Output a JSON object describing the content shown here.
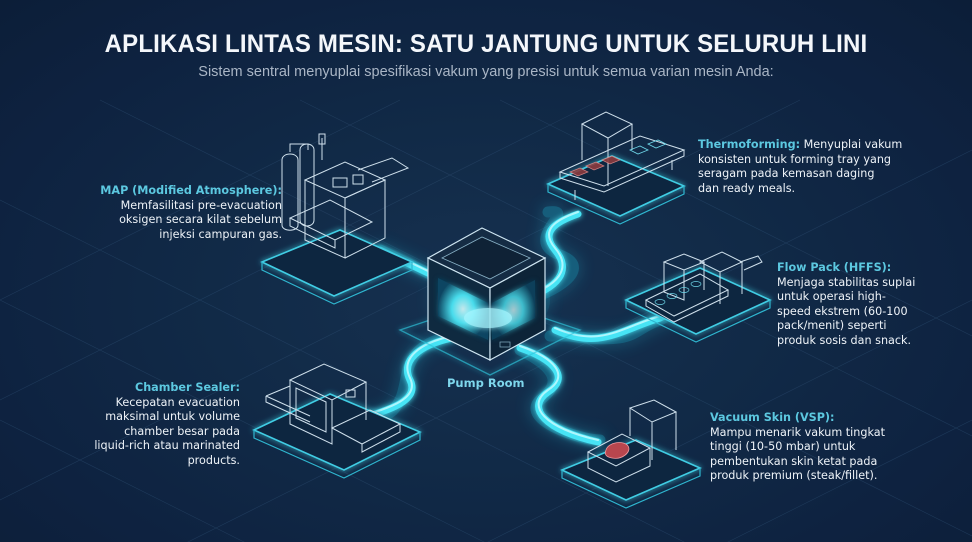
{
  "header": {
    "title": "APLIKASI LINTAS MESIN: SATU JANTUNG UNTUK SELURUH LINI",
    "subtitle": "Sistem sentral menyuplai spesifikasi vakum yang presisi untuk semua varian mesin Anda:"
  },
  "hub": {
    "label": "Pump Room",
    "icon": "vacuum-pump-cube-icon"
  },
  "colors": {
    "background": "#112a47",
    "accent": "#5cc8e0",
    "pipe": "#3fe0f2",
    "text": "#eef3f8"
  },
  "machines": [
    {
      "id": "map",
      "title": "MAP (Modified Atmosphere):",
      "lines": [
        "Memfasilitasi pre-evacuation",
        "oksigen secara kilat sebelum",
        "injeksi campuran gas."
      ],
      "icon": "map-machine-icon"
    },
    {
      "id": "thermoforming",
      "title": "Thermoforming:",
      "title_rest": " Menyuplai vakum",
      "lines": [
        "konsisten untuk forming tray yang",
        "seragam pada kemasan daging",
        "dan ready meals."
      ],
      "icon": "thermoforming-machine-icon"
    },
    {
      "id": "flowpack",
      "title": "Flow Pack (HFFS):",
      "lines": [
        "Menjaga stabilitas suplai",
        "untuk operasi high-",
        "speed ekstrem (60-100",
        "pack/menit) seperti",
        "produk sosis dan snack."
      ],
      "icon": "flow-pack-machine-icon"
    },
    {
      "id": "chamber",
      "title": "Chamber Sealer:",
      "lines": [
        "Kecepatan evacuation",
        "maksimal untuk volume",
        "chamber besar pada",
        "liquid-rich atau marinated",
        "products."
      ],
      "icon": "chamber-sealer-icon"
    },
    {
      "id": "vsp",
      "title": "Vacuum Skin (VSP):",
      "lines": [
        "Mampu menarik vakum tingkat",
        "tinggi (10-50 mbar) untuk",
        "pembentukan skin ketat pada",
        "produk premium (steak/fillet)."
      ],
      "icon": "vacuum-skin-machine-icon"
    }
  ]
}
